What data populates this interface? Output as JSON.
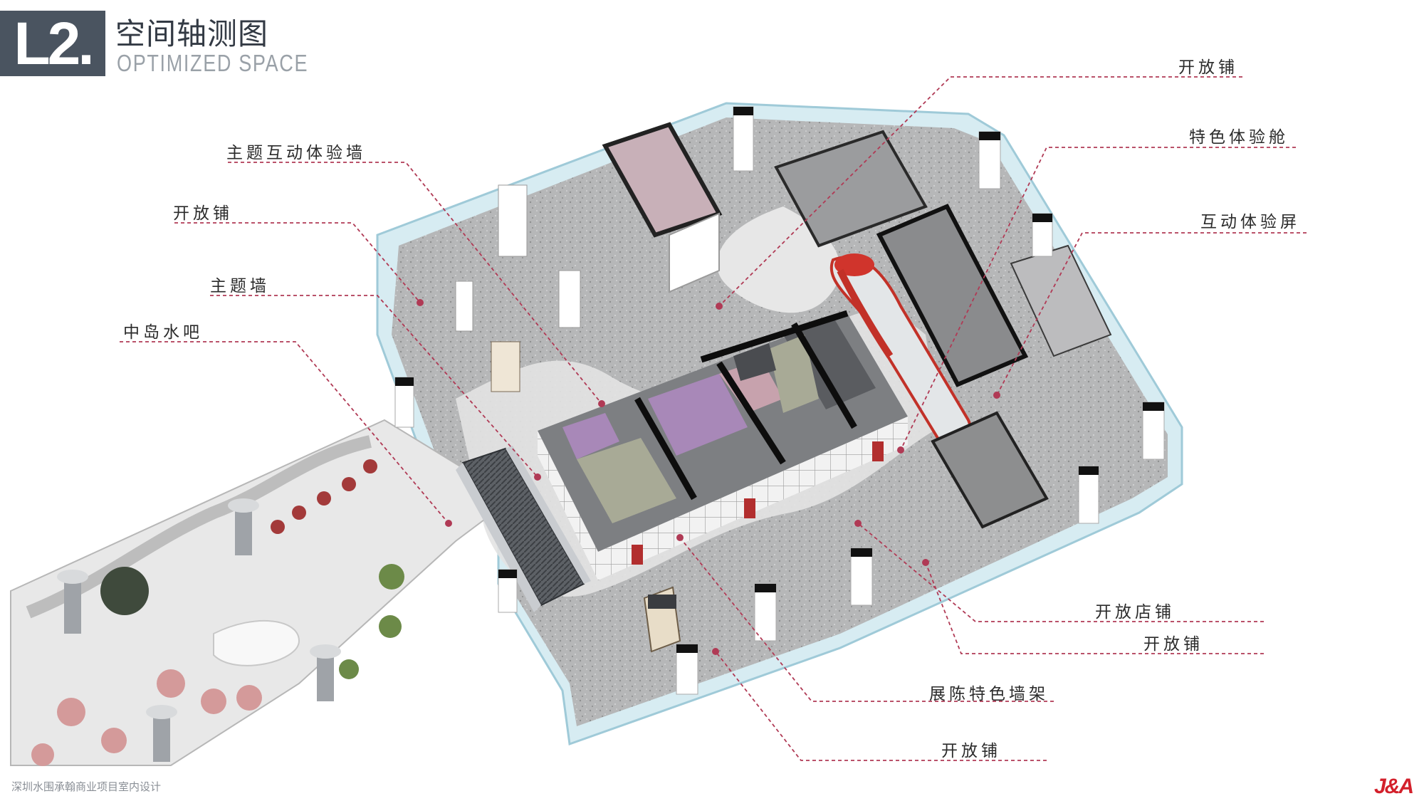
{
  "header": {
    "badge": "L2.",
    "title_cn": "空间轴测图",
    "title_en": "OPTIMIZED SPACE"
  },
  "callouts": {
    "left": [
      {
        "id": "theme-interactive-wall",
        "text": "主题互动体验墙"
      },
      {
        "id": "open-shop-left",
        "text": "开放铺"
      },
      {
        "id": "theme-wall",
        "text": "主题墙"
      },
      {
        "id": "island-water-bar",
        "text": "中岛水吧"
      }
    ],
    "right": [
      {
        "id": "open-shop-top",
        "text": "开放铺"
      },
      {
        "id": "feature-pod",
        "text": "特色体验舱"
      },
      {
        "id": "interactive-screen",
        "text": "互动体验屏"
      },
      {
        "id": "open-store",
        "text": "开放店铺"
      },
      {
        "id": "open-shop-right",
        "text": "开放铺"
      },
      {
        "id": "display-rack",
        "text": "展陈特色墙架"
      },
      {
        "id": "open-shop-bottom",
        "text": "开放铺"
      }
    ]
  },
  "footer": {
    "project": "深圳水围承翰商业项目室内设计",
    "logo": "J&A"
  },
  "colors": {
    "badge": "#4a5460",
    "leader": "#b03a55",
    "accent_red": "#d3202b",
    "terrazzo": "#b9babb",
    "glass": "#bfe0ea"
  }
}
